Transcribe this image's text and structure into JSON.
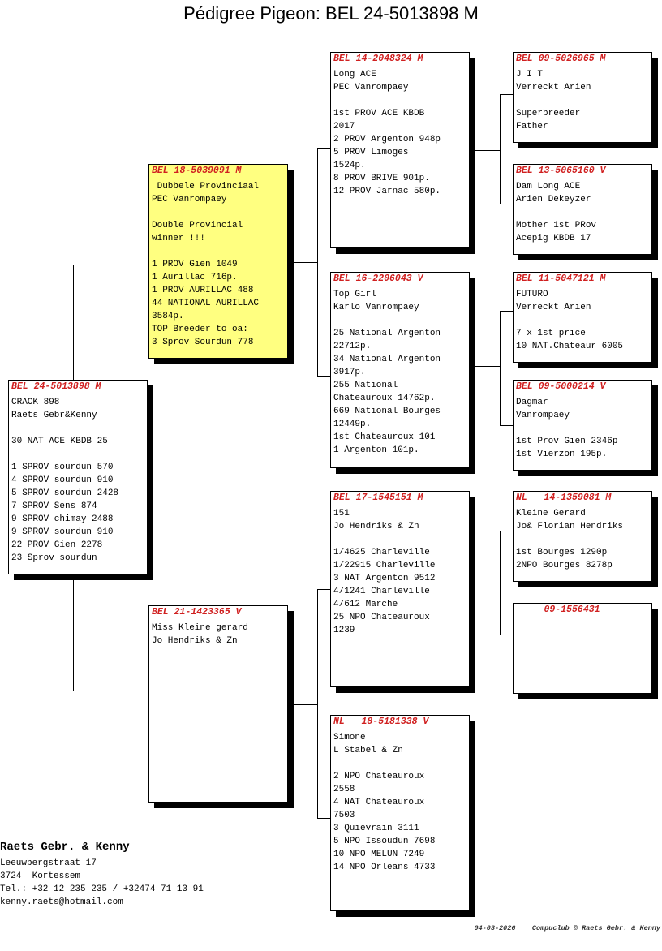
{
  "title": "Pédigree Pigeon: BEL 24-5013898 M",
  "pigeons": {
    "main": {
      "ring": "BEL 24-5013898 M",
      "lines": [
        "CRACK 898",
        "Raets Gebr&Kenny",
        "",
        "30 NAT ACE KBDB 25",
        "",
        "1 SPROV sourdun 570",
        "4 SPROV sourdun 910",
        "5 SPROV sourdun 2428",
        "7 SPROV Sens 874",
        "9 SPROV chimay 2488",
        "9 SPROV sourdun 910",
        "22 PROV Gien 2278",
        "23 Sprov sourdun"
      ]
    },
    "sire": {
      "ring": "BEL 18-5039091 M",
      "lines": [
        " Dubbele Provinciaal",
        "PEC Vanrompaey",
        "",
        "Double Provincial",
        "winner !!!",
        "",
        "1 PROV Gien 1049",
        "1 Aurillac 716p.",
        "1 PROV AURILLAC 488",
        "44 NATIONAL AURILLAC",
        "3584p.",
        "TOP Breeder to oa:",
        "3 Sprov Sourdun 778"
      ]
    },
    "dam": {
      "ring": "BEL 21-1423365 V",
      "lines": [
        "Miss Kleine gerard",
        "Jo Hendriks & Zn"
      ]
    },
    "sire_sire": {
      "ring": "BEL 14-2048324 M",
      "lines": [
        "Long ACE",
        "PEC Vanrompaey",
        "",
        "1st PROV ACE KBDB",
        "2017",
        "2 PROV Argenton 948p",
        "5 PROV Limoges",
        "1524p.",
        "8 PROV BRIVE 901p.",
        "12 PROV Jarnac 580p."
      ]
    },
    "sire_dam": {
      "ring": "BEL 16-2206043 V",
      "lines": [
        "Top Girl",
        "Karlo Vanrompaey",
        "",
        "25 National Argenton",
        "22712p.",
        "34 National Argenton",
        "3917p.",
        "255 National",
        "Chateauroux 14762p.",
        "669 National Bourges",
        "12449p.",
        "1st Chateauroux 101",
        "1 Argenton 101p."
      ]
    },
    "dam_sire": {
      "ring": "BEL 17-1545151 M",
      "lines": [
        "151",
        "Jo Hendriks & Zn",
        "",
        "1/4625 Charleville",
        "1/22915 Charleville",
        "3 NAT Argenton 9512",
        "4/1241 Charleville",
        "4/612 Marche",
        "25 NPO Chateauroux",
        "1239"
      ]
    },
    "dam_dam": {
      "ring": "NL   18-5181338 V",
      "lines": [
        "Simone",
        "L Stabel & Zn",
        "",
        "2 NPO Chateauroux",
        "2558",
        "4 NAT Chateauroux",
        "7503",
        "3 Quievrain 3111",
        "5 NPO Issoudun 7698",
        "10 NPO MELUN 7249",
        "14 NPO Orleans 4733"
      ]
    },
    "ss_sire": {
      "ring": "BEL 09-5026965 M",
      "lines": [
        "J I T",
        "Verreckt Arien",
        "",
        "Superbreeder",
        "Father"
      ]
    },
    "ss_dam": {
      "ring": "BEL 13-5065160 V",
      "lines": [
        "Dam Long ACE",
        "Arien Dekeyzer",
        "",
        "Mother 1st PRov",
        "Acepig KBDB 17"
      ]
    },
    "sd_sire": {
      "ring": "BEL 11-5047121 M",
      "lines": [
        "FUTURO",
        "Verreckt Arien",
        "",
        "7 x 1st price",
        "10 NAT.Chateaur 6005"
      ]
    },
    "sd_dam": {
      "ring": "BEL 09-5000214 V",
      "lines": [
        "Dagmar",
        "Vanrompaey",
        "",
        "1st Prov Gien 2346p",
        "1st Vierzon 195p."
      ]
    },
    "ds_sire": {
      "ring": "NL   14-1359081 M",
      "lines": [
        "Kleine Gerard",
        "Jo& Florian Hendriks",
        "",
        "1st Bourges 1290p",
        "2NPO Bourges 8278p"
      ]
    },
    "ds_dam": {
      "ring": "     09-1556431",
      "lines": []
    }
  },
  "breeder": {
    "name": "Raets Gebr. & Kenny",
    "street": "Leeuwbergstraat 17",
    "city": "3724  Kortessem",
    "phone": "Tel.: +32 12 235 235 / +32474 71 13 91",
    "email": "kenny.raets@hotmail.com"
  },
  "footer": "04-03-2026    Compuclub © Raets Gebr. & Kenny",
  "colors": {
    "ring": "#d02020",
    "highlight": "#ffff80"
  }
}
